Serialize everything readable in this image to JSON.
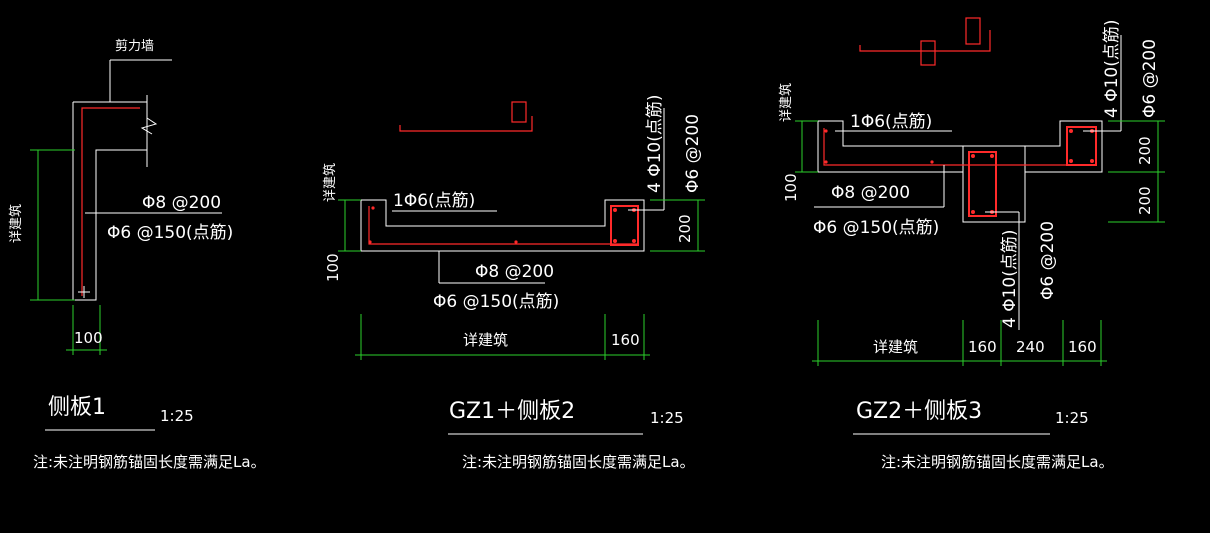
{
  "drawings": [
    {
      "title": "侧板1",
      "scale": "1:25",
      "note": "注:未注明钢筋锚固长度需满足La。",
      "wall_label": "剪力墙",
      "rebar_main": "Φ8 @200",
      "rebar_dist": "Φ6 @150(点筋)",
      "side_label": "详建筑",
      "dim_width": "100"
    },
    {
      "title": "GZ1＋侧板2",
      "scale": "1:25",
      "note": "注:未注明钢筋锚固长度需满足La。",
      "rebar_top": "1Φ6(点筋)",
      "rebar_main": "Φ8 @200",
      "rebar_dist": "Φ6 @150(点筋)",
      "col_bars": "4 Φ10(点筋)",
      "col_stirrup": "Φ6 @200",
      "side_label": "详建筑",
      "dim_thk": "100",
      "dim_col_h": "200",
      "dim_bottom_left": "详建筑",
      "dim_bottom_right": "160"
    },
    {
      "title": "GZ2＋侧板3",
      "scale": "1:25",
      "note": "注:未注明钢筋锚固长度需满足La。",
      "rebar_top": "1Φ6(点筋)",
      "rebar_main": "Φ8 @200",
      "rebar_dist": "Φ6 @150(点筋)",
      "col_bars_top": "4 Φ10(点筋)",
      "col_stirrup_top": "Φ6 @200",
      "col_bars_bottom": "4 Φ10(点筋)",
      "col_stirrup_bottom": "Φ6 @200",
      "side_label": "详建筑",
      "dim_thk": "100",
      "dim_h1": "200",
      "dim_h2": "200",
      "dim_bottom": [
        "详建筑",
        "160",
        "240",
        "160"
      ]
    }
  ]
}
